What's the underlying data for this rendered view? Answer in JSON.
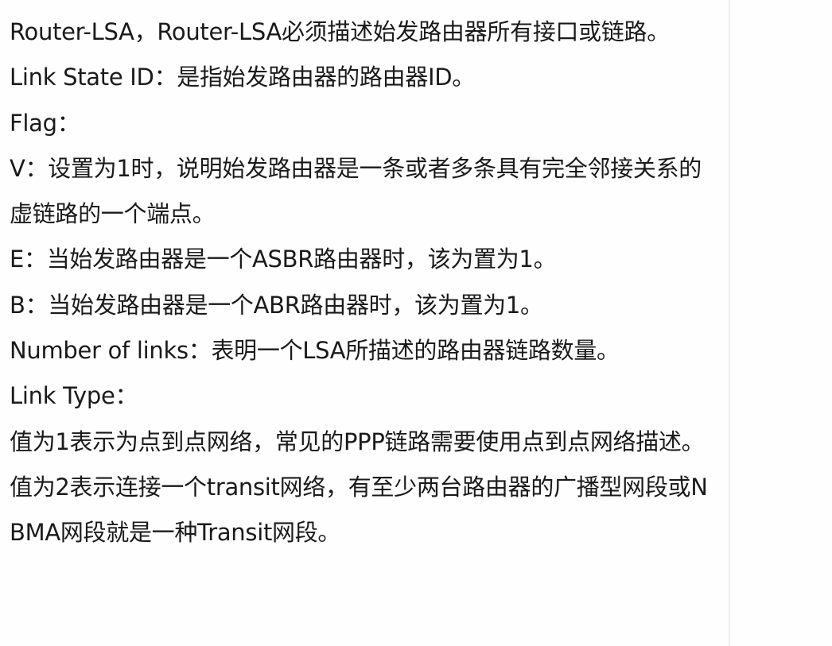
{
  "document": {
    "paragraphs": [
      "Router-LSA，Router-LSA必须描述始发路由器所有接口或链路。",
      "Link State ID：是指始发路由器的路由器ID。",
      "Flag：",
      "V：设置为1时，说明始发路由器是一条或者多条具有完全邻接关系的虚链路的一个端点。",
      "E：当始发路由器是一个ASBR路由器时，该为置为1。",
      "B：当始发路由器是一个ABR路由器时，该为置为1。",
      "Number of links：表明一个LSA所描述的路由器链路数量。",
      "Link Type：",
      "值为1表示为点到点网络，常见的PPP链路需要使用点到点网络描述。",
      "值为2表示连接一个transit网络，有至少两台路由器的广播型网段或NBMA网段就是一种Transit网段。"
    ]
  },
  "colors": {
    "text": "#1a1a1a",
    "background": "#fefefe",
    "divider": "#eeeeee"
  }
}
